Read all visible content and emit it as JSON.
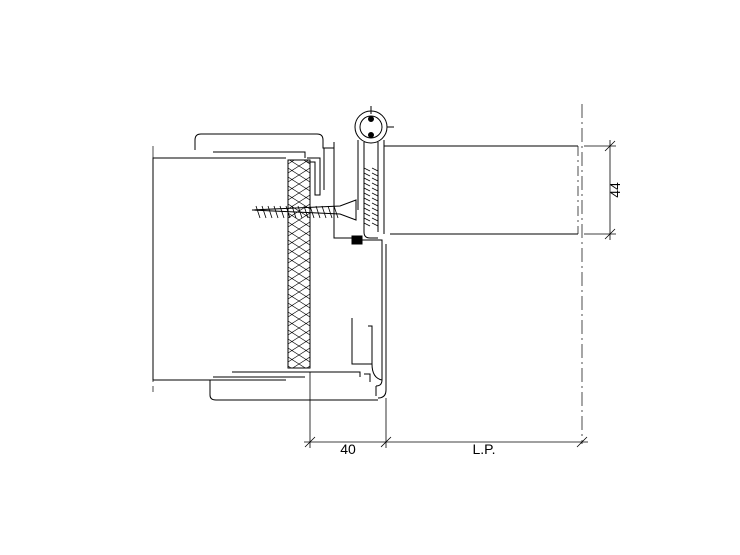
{
  "drawing": {
    "dimensions": {
      "leaf_thickness": "44",
      "frame_depth": "40",
      "clear_opening": "L.P."
    },
    "colors": {
      "line": "#000000",
      "background": "#ffffff"
    }
  }
}
